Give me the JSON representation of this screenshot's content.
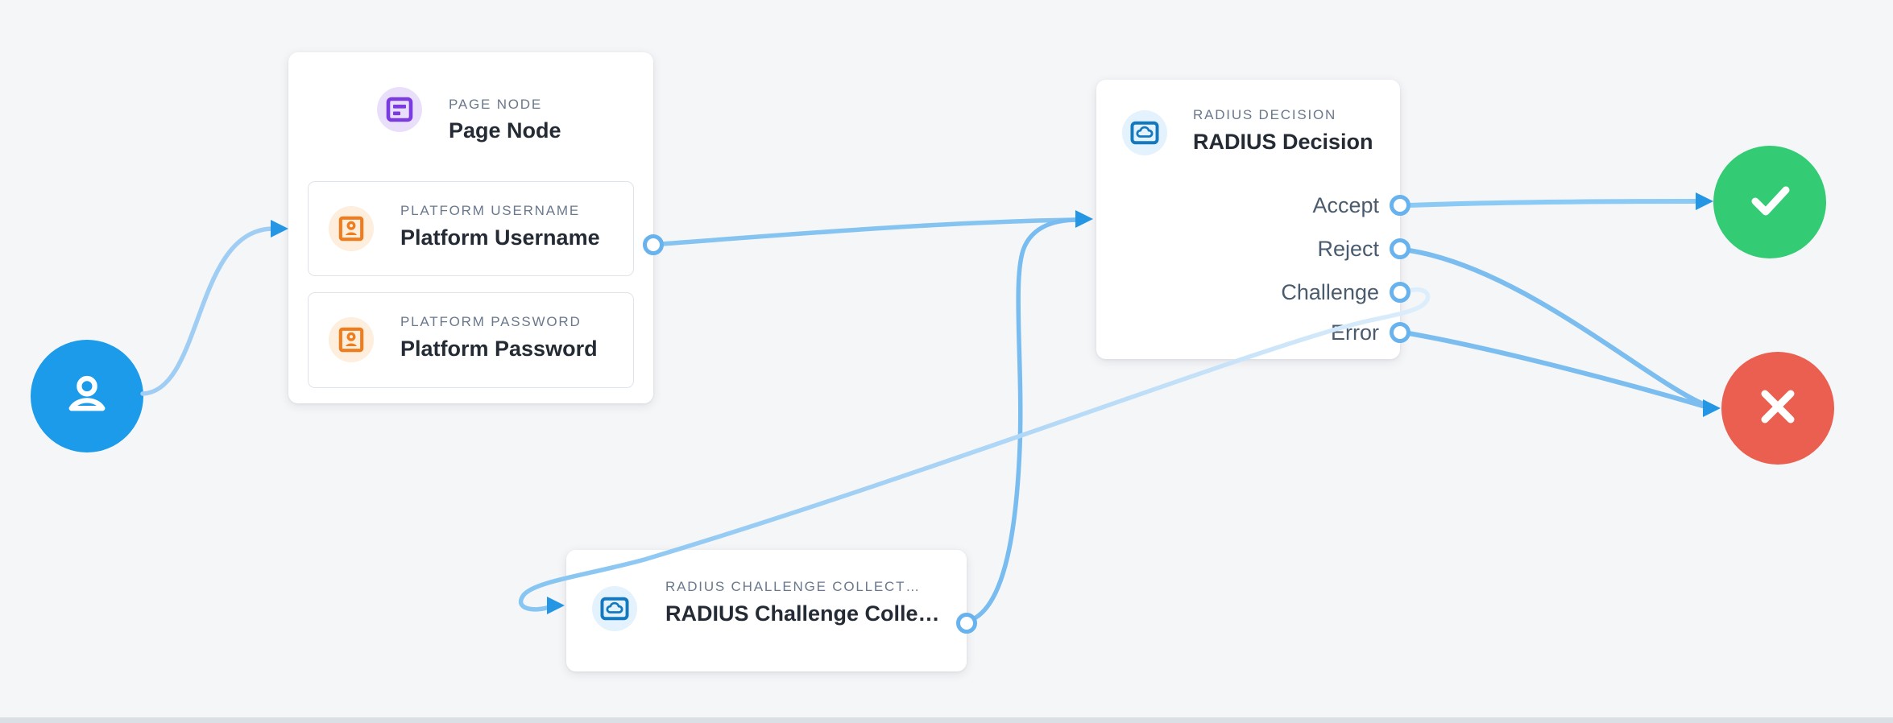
{
  "diagram": {
    "background_color": "#f5f6f8",
    "edge_color": "#7cbdf0",
    "arrow_color": "#2496e4",
    "port_color": "#68b3ee"
  },
  "nodes": {
    "start": {
      "icon": "user-icon",
      "color": "#1b9be9"
    },
    "page": {
      "subtitle": "PAGE NODE",
      "title": "Page Node",
      "icon": "page-icon",
      "icon_color": "#7a3be0",
      "icon_bg": "#eadffb",
      "children": [
        {
          "subtitle": "PLATFORM USERNAME",
          "title": "Platform Username",
          "icon": "contact-card-icon",
          "icon_color": "#ef7d1e",
          "icon_bg": "#fdeedd"
        },
        {
          "subtitle": "PLATFORM PASSWORD",
          "title": "Platform Password",
          "icon": "contact-card-icon",
          "icon_color": "#ef7d1e",
          "icon_bg": "#fdeedd"
        }
      ]
    },
    "decision": {
      "subtitle": "RADIUS DECISION",
      "title": "RADIUS Decision",
      "icon": "cloud-icon",
      "icon_color": "#1478bf",
      "icon_bg": "#e3f2fc",
      "outputs": [
        "Accept",
        "Reject",
        "Challenge",
        "Error"
      ]
    },
    "collector": {
      "subtitle": "RADIUS CHALLENGE COLLECT…",
      "title": "RADIUS Challenge Colle…",
      "icon": "cloud-icon",
      "icon_color": "#1478bf",
      "icon_bg": "#e3f2fc"
    },
    "success": {
      "icon": "check-icon",
      "color": "#33cb74"
    },
    "failure": {
      "icon": "x-icon",
      "color": "#ea5f50"
    }
  },
  "edges": [
    {
      "from": "start",
      "to": "page"
    },
    {
      "from": "page.platform-username",
      "to": "decision"
    },
    {
      "from": "collector.output",
      "to": "decision"
    },
    {
      "from": "decision.accept",
      "to": "success"
    },
    {
      "from": "decision.reject",
      "to": "failure"
    },
    {
      "from": "decision.challenge",
      "to": "collector"
    },
    {
      "from": "decision.error",
      "to": "failure"
    }
  ]
}
